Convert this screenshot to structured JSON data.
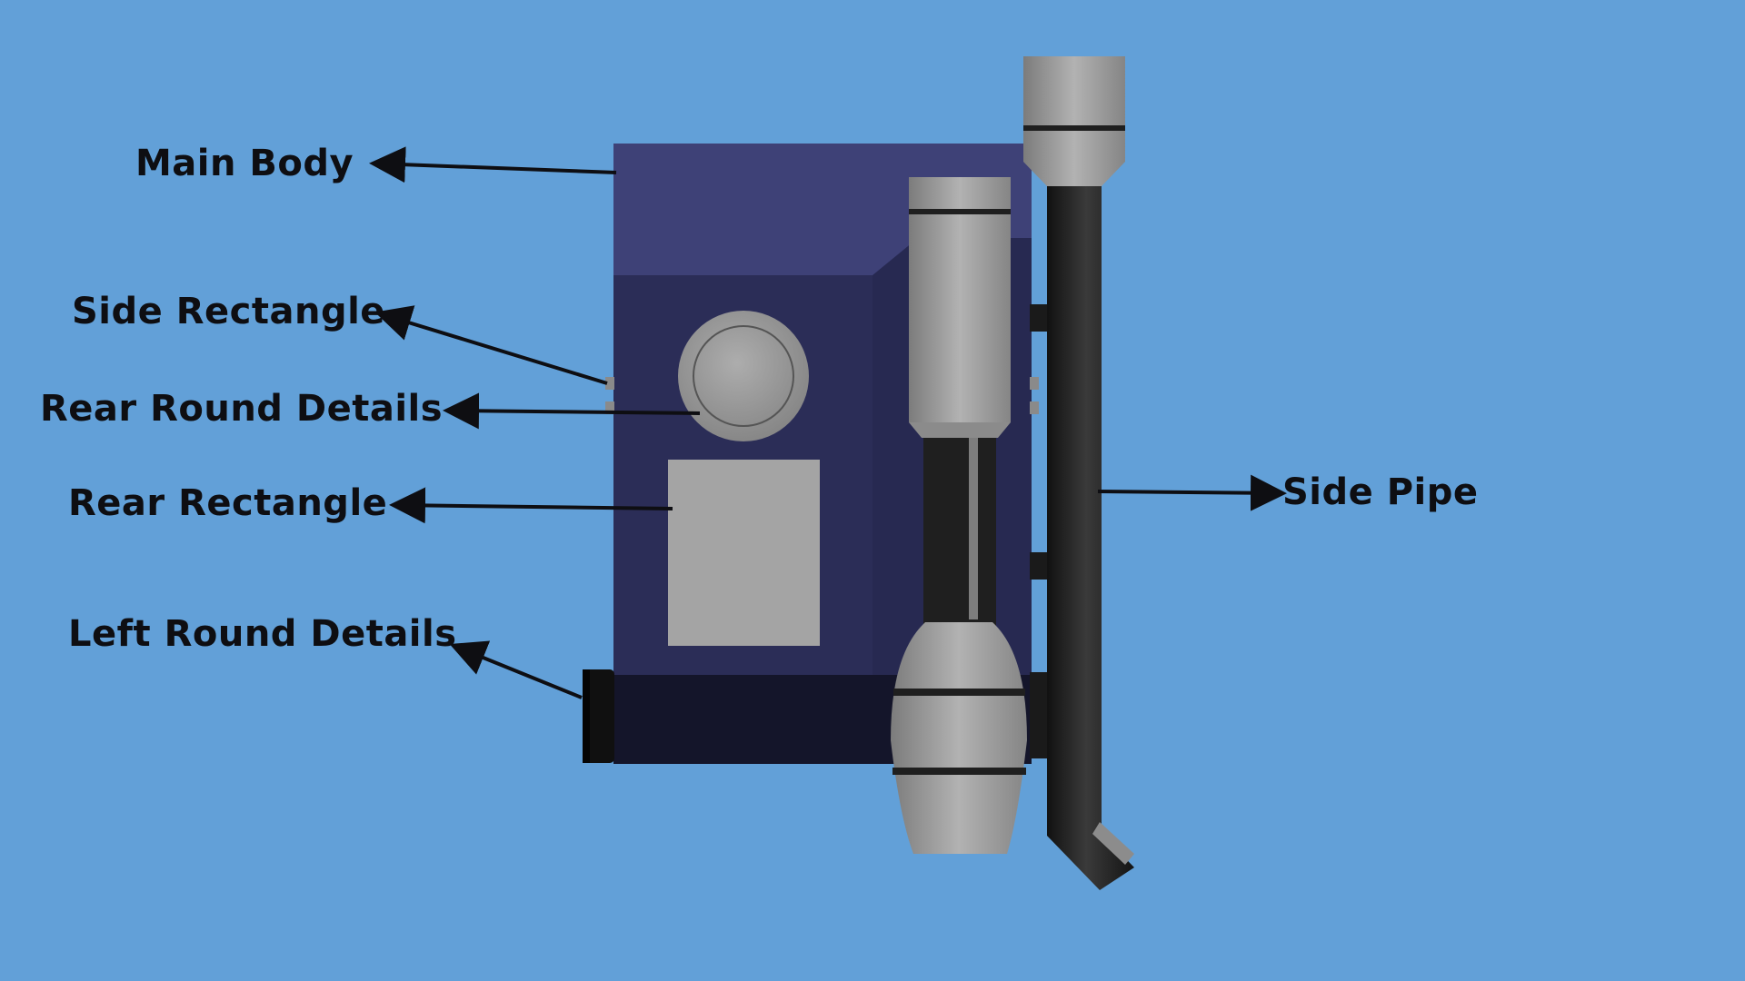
{
  "labels": {
    "main_body": "Main Body",
    "side_rectangle": "Side Rectangle",
    "rear_round_details": "Rear Round Details",
    "rear_rectangle": "Rear Rectangle",
    "left_round_details": "Left Round Details",
    "side_pipe": "Side Pipe"
  },
  "colors": {
    "background": "#62a0d8",
    "body_top": "#3e4177",
    "body_front": "#2b2d57",
    "body_side": "#262852",
    "body_base": "#14152a",
    "metal_light": "#a5a5a5",
    "metal_dark": "#7c7c7c",
    "pipe": "#202020",
    "arrow": "#0e0e12"
  }
}
